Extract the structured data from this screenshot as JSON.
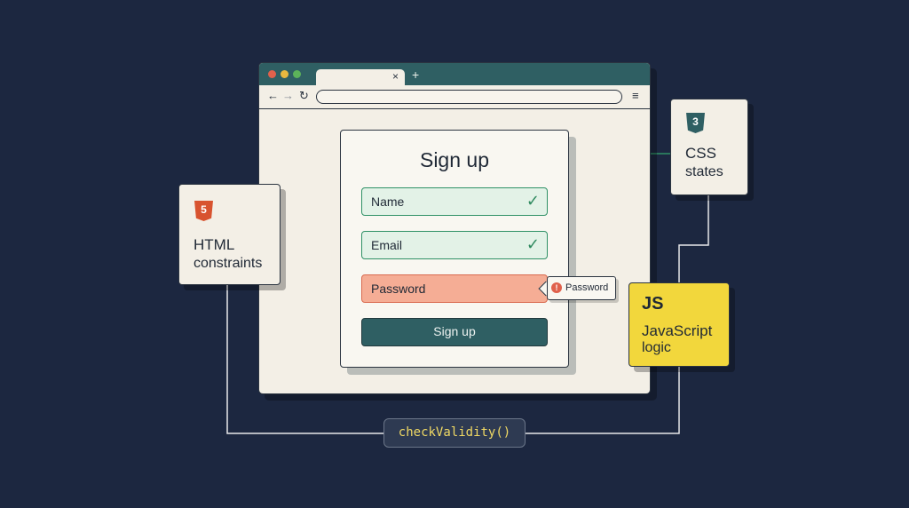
{
  "browser": {
    "tab_close": "×",
    "new_tab": "+",
    "nav_back": "←",
    "nav_forward": "→",
    "nav_reload": "↻",
    "menu": "≡"
  },
  "form": {
    "title": "Sign up",
    "fields": [
      {
        "label": "Name",
        "state": "valid"
      },
      {
        "label": "Email",
        "state": "valid"
      },
      {
        "label": "Password",
        "state": "invalid"
      }
    ],
    "valid_mark": "✓",
    "submit_label": "Sign up",
    "tooltip_text": "Password",
    "tooltip_icon": "!"
  },
  "html_card": {
    "badge": "5",
    "line1": "HTML",
    "line2": "constraints"
  },
  "css_card": {
    "badge": "3",
    "line1": "CSS",
    "line2": "states"
  },
  "js_card": {
    "logo": "JS",
    "line1": "JavaScript",
    "line2": "logic"
  },
  "code": "checkValidity()",
  "colors": {
    "background": "#1c2740",
    "valid_line": "#2f9166",
    "invalid_line": "#d96b50",
    "neutral_line": "#e8e8ea",
    "js_yellow": "#f2d73c"
  }
}
